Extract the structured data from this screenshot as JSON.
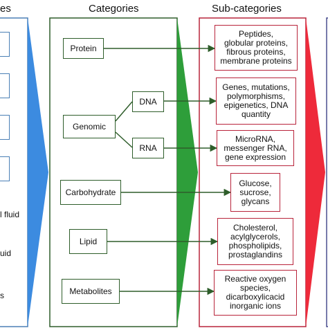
{
  "headers": {
    "left": "es",
    "categories": "Categories",
    "subcategories": "Sub-categories"
  },
  "left_labels": {
    "fluid": "l fluid",
    "uid": "uid",
    "bottom": "s"
  },
  "categories": {
    "protein": "Protein",
    "genomic": "Genomic",
    "dna": "DNA",
    "rna": "RNA",
    "carbohydrate": "Carbohydrate",
    "lipid": "Lipid",
    "metabolites": "Metabolites"
  },
  "subcategories": {
    "protein": "Peptides,\nglobular proteins,\nfibrous proteins,\nmembrane proteins",
    "dna": "Genes, mutations,\npolymorphisms,\nepigenetics, DNA\nquantity",
    "rna": "MicroRNA,\nmessenger RNA,\ngene expression",
    "carbohydrate": "Glucose,\nsucrose,\nglycans",
    "lipid": "Cholesterol,\nacylglycerols,\nphospholipids,\nprostaglandins",
    "metabolites": "Reactive oxygen\nspecies,\ndicarboxylicacid\ninorganic ions"
  },
  "colors": {
    "left_panel": "#4a7fb5",
    "left_arrow": "#3c8be0",
    "categories_panel": "#2e5d2a",
    "categories_arrow": "#2e9e3a",
    "subcategories_panel": "#b8233a",
    "subcategories_arrow": "#ee2a3a",
    "right_panel": "#4a4f8f"
  }
}
